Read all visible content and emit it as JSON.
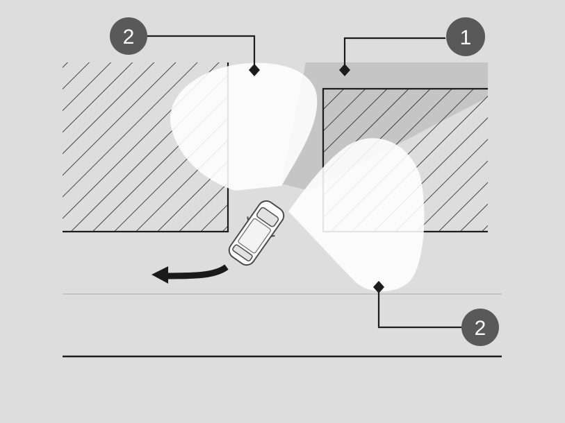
{
  "diagram": {
    "callouts": [
      {
        "id": "callout-1",
        "label": "1"
      },
      {
        "id": "callout-2-top",
        "label": "2"
      },
      {
        "id": "callout-2-bottom",
        "label": "2"
      }
    ],
    "colors": {
      "background": "#dcdddc",
      "hatch": "#1c1c1c",
      "zone_white": "#ffffff",
      "zone_grey": "#c4c5c4",
      "callout_fill": "#595959",
      "callout_text": "#ffffff",
      "arrow": "#1a1a1a"
    }
  }
}
